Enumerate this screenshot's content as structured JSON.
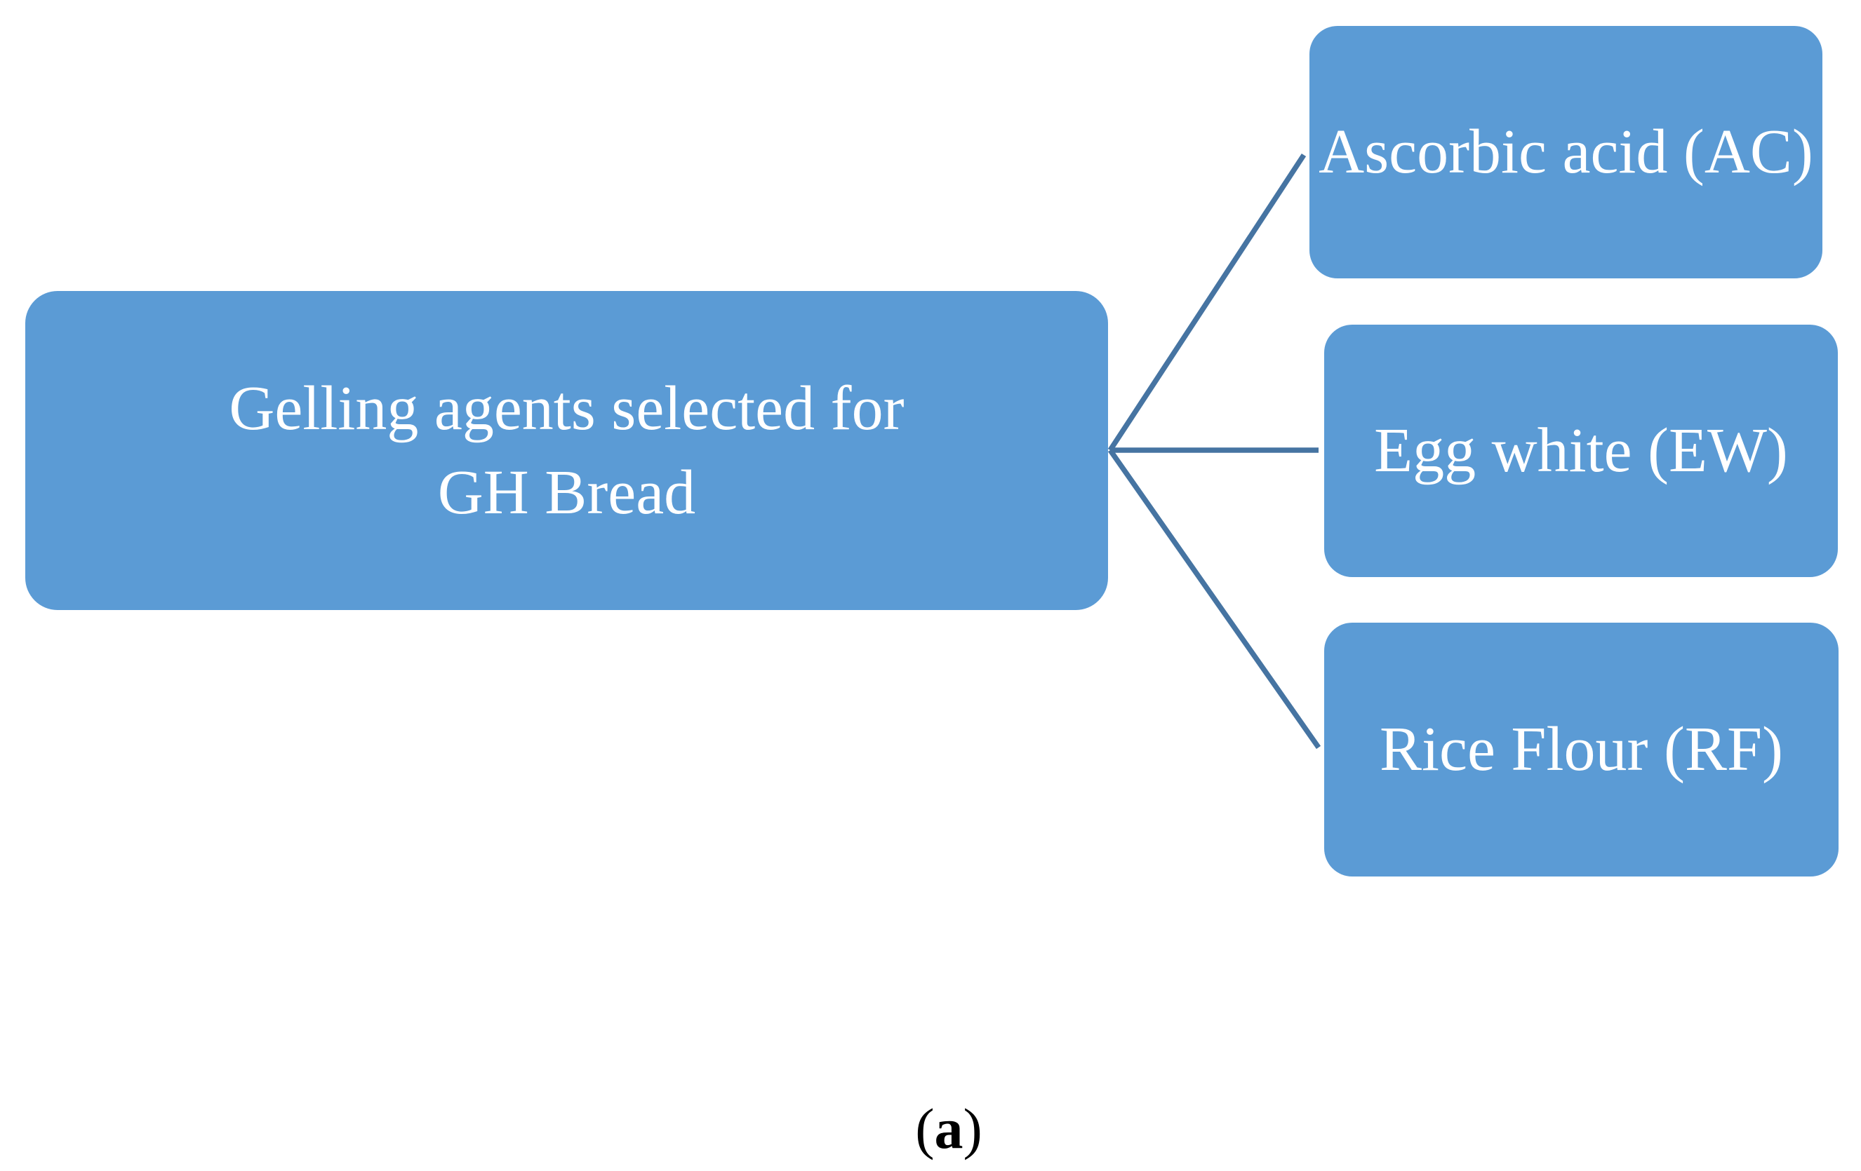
{
  "figure": {
    "caption": {
      "open": "(",
      "letter": "a",
      "close": ")"
    }
  },
  "colors": {
    "node_fill": "#5B9BD5",
    "connector": "#4674A2",
    "node_text": "#FFFFFF",
    "caption_text": "#000000"
  },
  "diagram": {
    "type": "tree",
    "root": {
      "line1": "Gelling agents selected for",
      "line2": "GH Bread"
    },
    "children": [
      {
        "label": "Ascorbic acid (AC)"
      },
      {
        "label": "Egg white (EW)"
      },
      {
        "label": "Rice Flour (RF)"
      }
    ]
  }
}
